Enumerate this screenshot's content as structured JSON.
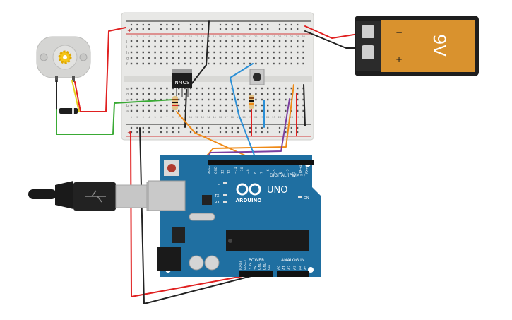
{
  "breadboard": {
    "column_numbers": [
      "1",
      "2",
      "3",
      "4",
      "5",
      "6",
      "7",
      "8",
      "9",
      "10",
      "11",
      "12",
      "13",
      "14",
      "15",
      "16",
      "17",
      "18",
      "19",
      "20",
      "21",
      "22",
      "23",
      "24",
      "25",
      "26",
      "27",
      "28",
      "29",
      "30"
    ],
    "row_letters_top": [
      "j",
      "i",
      "h",
      "g",
      "f"
    ],
    "row_letters_bottom": [
      "e",
      "d",
      "c",
      "b",
      "a"
    ]
  },
  "battery": {
    "voltage_label": "9V",
    "minus_sign": "−",
    "plus_sign": "+"
  },
  "mosfet": {
    "label": "NMOS"
  },
  "arduino": {
    "logo_text": "ARDUINO",
    "model": "UNO",
    "digital_header": "DIGITAL (PWM~)",
    "power_header": "POWER",
    "analog_header": "ANALOG IN",
    "on_label": "ON",
    "led_labels": [
      "L",
      "TX",
      "RX"
    ],
    "digital_pins": [
      "AREF",
      "GND",
      "13",
      "12",
      "~11",
      "~10",
      "~9",
      "8",
      "7",
      "~6",
      "~5",
      "4",
      "~3",
      "2",
      "TX→1",
      "RX←0"
    ],
    "power_pins": [
      "IOREF",
      "RESET",
      "3.3V",
      "5V",
      "GND",
      "GND",
      "Vin"
    ],
    "analog_pins": [
      "A0",
      "A1",
      "A2",
      "A3",
      "A4",
      "A5"
    ]
  },
  "colors": {
    "board_blue": "#1f6fa1",
    "battery_orange": "#d9922e",
    "breadboard_body": "#e8e8e6",
    "wire_red": "#e02020",
    "wire_black": "#222222",
    "wire_green": "#3aaa35",
    "wire_orange": "#ef8a17",
    "wire_purple": "#7b3fa0",
    "wire_blue": "#2b8fd6",
    "wire_yellow": "#e6d21c"
  }
}
